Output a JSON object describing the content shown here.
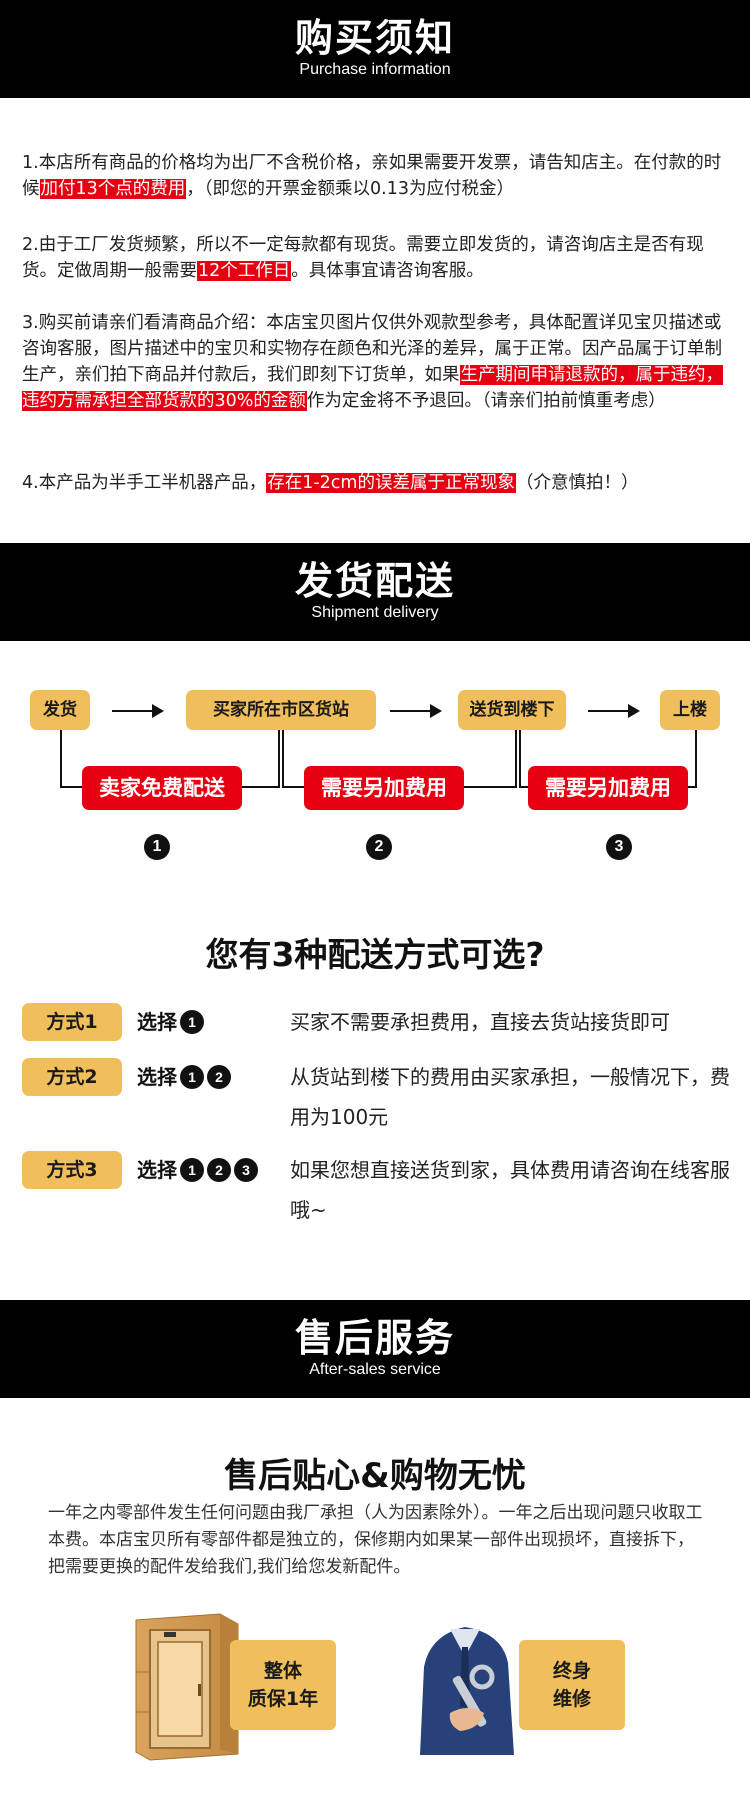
{
  "purchase": {
    "title": "购买须知",
    "subtitle": "Purchase information",
    "p1_a": "1.本店所有商品的价格均为出厂不含税价格，亲如果需要开发票，请告知店主。在付款的时候",
    "p1_hl": "加付13个点的费用",
    "p1_b": "，（即您的开票金额乘以0.13为应付税金）",
    "p2_a": "2.由于工厂发货频繁，所以不一定每款都有现货。需要立即发货的，请咨询店主是否有现货。定做周期一般需要",
    "p2_hl": "12个工作日",
    "p2_b": "。具体事宜请咨询客服。",
    "p3_a": "3.购买前请亲们看清商品介绍：本店宝贝图片仅供外观款型参考，具体配置详见宝贝描述或咨询客服，图片描述中的宝贝和实物存在颜色和光泽的差异，属于正常。因产品属于订单制生产，亲们拍下商品并付款后，我们即刻下订货单，如果",
    "p3_hl": "生产期间申请退款的，属于违约，违约方需承担全部货款的30%的金额",
    "p3_b": "作为定金将不予退回。（请亲们拍前慎重考虑）",
    "p4_a": "4.本产品为半手工半机器产品，",
    "p4_hl": "存在1-2cm的误差属于正常现象",
    "p4_b": "（介意慎拍！）"
  },
  "shipment": {
    "title": "发货配送",
    "subtitle": "Shipment  delivery",
    "steps": [
      "发货",
      "买家所在市区货站",
      "送货到楼下",
      "上楼"
    ],
    "fees": [
      "卖家免费配送",
      "需要另加费用",
      "需要另加费用"
    ],
    "nums": [
      "1",
      "2",
      "3"
    ],
    "methods_title": "您有3种配送方式可选?",
    "methods": [
      {
        "label": "方式1",
        "choice": "选择",
        "nums": [
          "1"
        ],
        "desc": "买家不需要承担费用，直接去货站接货即可"
      },
      {
        "label": "方式2",
        "choice": "选择",
        "nums": [
          "1",
          "2"
        ],
        "desc": "从货站到楼下的费用由买家承担，一般情况下，费用为100元"
      },
      {
        "label": "方式3",
        "choice": "选择",
        "nums": [
          "1",
          "2",
          "3"
        ],
        "desc": "如果您想直接送货到家，具体费用请咨询在线客服哦~"
      }
    ]
  },
  "aftersales": {
    "title": "售后服务",
    "subtitle": "After-sales service",
    "heading": "售后贴心&购物无忧",
    "para": "一年之内零部件发生任何问题由我厂承担（人为因素除外）。一年之后出现问题只收取工本费。本店宝贝所有零部件都是独立的，保修期内如果某一部件出现损坏，直接拆下，把需要更换的配件发给我们,我们给您发新配件。",
    "card1": [
      "整体",
      "质保1年"
    ],
    "card2": [
      "终身",
      "维修"
    ]
  },
  "colors": {
    "accent_yellow": "#f0be5a",
    "accent_red": "#e60012",
    "banner": "#000000"
  }
}
